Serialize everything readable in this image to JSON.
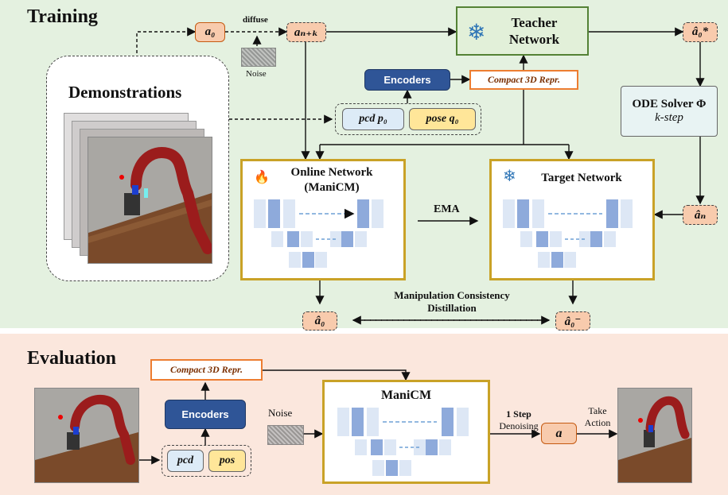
{
  "training": {
    "title": "Training",
    "a0": "a₀",
    "diffuse": "diffuse",
    "ank": "aₙ₊ₖ",
    "noise": "Noise",
    "demonstrations": "Demonstrations",
    "encoders": "Encoders",
    "compact": "Compact 3D Repr.",
    "pcd": "pcd p₀",
    "pose": "pose q₀",
    "teacher_line1": "Teacher",
    "teacher_line2": "Network",
    "teacher_out": "â₀*",
    "ode_line1": "ODE Solver Φ",
    "ode_line2": "k-step",
    "online_line1": "Online Network",
    "online_line2": "(ManiCM)",
    "target": "Target Network",
    "ema": "EMA",
    "an_hat": "âₙ",
    "mcd_line1": "Manipulation Consistency",
    "mcd_line2": "Distillation",
    "out_online": "â₀",
    "out_target": "â₀⁻"
  },
  "evaluation": {
    "title": "Evaluation",
    "compact": "Compact 3D Repr.",
    "encoders": "Encoders",
    "pcd": "pcd",
    "pos": "pos",
    "noise": "Noise",
    "manicm": "ManiCM",
    "step_bold": "1 Step",
    "step_rest": "Denoising",
    "action": "a",
    "take_line1": "Take",
    "take_line2": "Action"
  },
  "colors": {
    "train_bg": "#e4f1e0",
    "eval_bg": "#fbe7dd",
    "teacher_bg": "#e2f0d9",
    "teacher_border": "#548235",
    "ode_bg": "#e8f3f3",
    "net_border": "#c9a227",
    "orange_fill": "#f8cbad",
    "encoder_fill": "#2f5597",
    "unet_block": "#b4c7e7",
    "unet_block_dark": "#8eaadb"
  },
  "icons": [
    "snowflake-icon",
    "fire-icon"
  ]
}
